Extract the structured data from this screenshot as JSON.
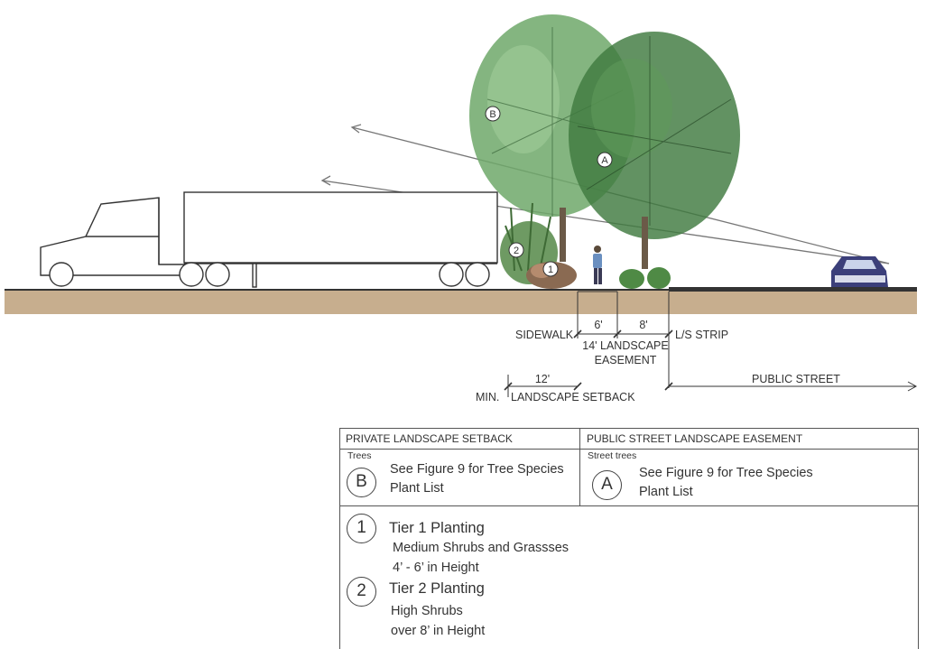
{
  "labels": {
    "sidewalk": "SIDEWALK",
    "dim_6": "6'",
    "dim_8": "8'",
    "ls_strip": "L/S STRIP",
    "easement_line1": "14' LANDSCAPE",
    "easement_line2": "EASEMENT",
    "dim_12": "12'",
    "setback_min": "MIN.",
    "setback_label": "LANDSCAPE SETBACK",
    "public_street": "PUBLIC STREET"
  },
  "markers": {
    "tree_b": "B",
    "tree_a": "A",
    "tier_1": "1",
    "tier_2": "2"
  },
  "legend": {
    "private_header": "PRIVATE  LANDSCAPE SETBACK",
    "public_header": "PUBLIC STREET LANDSCAPE EASEMENT",
    "trees_caption": "Trees",
    "street_trees_caption": "Street trees",
    "tree_b": {
      "letter": "B",
      "line1": "See Figure 9 for Tree Species",
      "line2": "Plant List"
    },
    "tree_a": {
      "letter": "A",
      "line1": "See Figure 9 for Tree Species",
      "line2": "Plant List"
    },
    "tier1": {
      "number": "1",
      "title": "Tier 1 Planting",
      "line1": "Medium Shrubs and Grassses",
      "line2": "4’ - 6’ in Height"
    },
    "tier2": {
      "number": "2",
      "title": "Tier 2 Planting",
      "line1": "High Shrubs",
      "line2": "over 8’ in Height"
    }
  },
  "colors": {
    "ground": "#c7ae8e",
    "tree_dark": "#3f7a3f",
    "tree_light": "#7fb37a",
    "car": "#3b3f7a",
    "line": "#333333"
  }
}
